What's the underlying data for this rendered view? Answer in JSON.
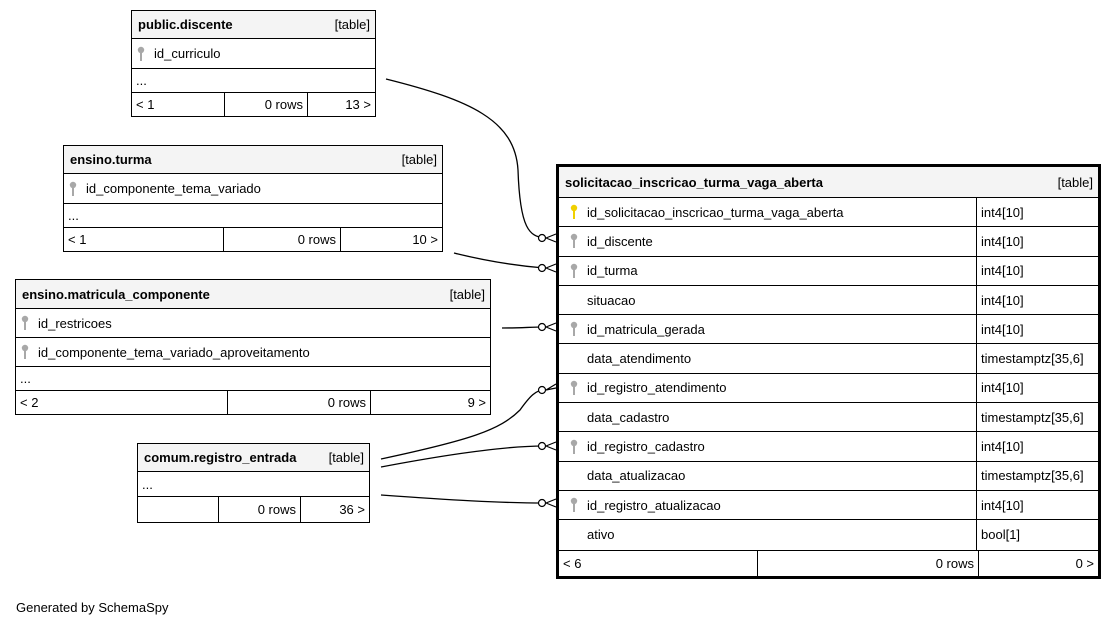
{
  "tables": {
    "discente": {
      "name": "public.discente",
      "kind": "[table]",
      "columns": [
        {
          "name": "id_curriculo",
          "key": "fk"
        }
      ],
      "ellipsis": "...",
      "footer": {
        "parents": "< 1",
        "rows": "0 rows",
        "children": "13 >"
      }
    },
    "turma": {
      "name": "ensino.turma",
      "kind": "[table]",
      "columns": [
        {
          "name": "id_componente_tema_variado",
          "key": "fk"
        }
      ],
      "ellipsis": "...",
      "footer": {
        "parents": "< 1",
        "rows": "0 rows",
        "children": "10 >"
      }
    },
    "matricula": {
      "name": "ensino.matricula_componente",
      "kind": "[table]",
      "columns": [
        {
          "name": "id_restricoes",
          "key": "fk"
        },
        {
          "name": "id_componente_tema_variado_aproveitamento",
          "key": "fk"
        }
      ],
      "ellipsis": "...",
      "footer": {
        "parents": "< 2",
        "rows": "0 rows",
        "children": "9 >"
      }
    },
    "registro": {
      "name": "comum.registro_entrada",
      "kind": "[table]",
      "ellipsis": "...",
      "footer": {
        "parents": "",
        "rows": "0 rows",
        "children": "36 >"
      }
    },
    "main": {
      "name": "solicitacao_inscricao_turma_vaga_aberta",
      "kind": "[table]",
      "columns": [
        {
          "name": "id_solicitacao_inscricao_turma_vaga_aberta",
          "type": "int4[10]",
          "key": "pk"
        },
        {
          "name": "id_discente",
          "type": "int4[10]",
          "key": "fk"
        },
        {
          "name": "id_turma",
          "type": "int4[10]",
          "key": "fk"
        },
        {
          "name": "situacao",
          "type": "int4[10]",
          "key": ""
        },
        {
          "name": "id_matricula_gerada",
          "type": "int4[10]",
          "key": "fk"
        },
        {
          "name": "data_atendimento",
          "type": "timestamptz[35,6]",
          "key": ""
        },
        {
          "name": "id_registro_atendimento",
          "type": "int4[10]",
          "key": "fk"
        },
        {
          "name": "data_cadastro",
          "type": "timestamptz[35,6]",
          "key": ""
        },
        {
          "name": "id_registro_cadastro",
          "type": "int4[10]",
          "key": "fk"
        },
        {
          "name": "data_atualizacao",
          "type": "timestamptz[35,6]",
          "key": ""
        },
        {
          "name": "id_registro_atualizacao",
          "type": "int4[10]",
          "key": "fk"
        },
        {
          "name": "ativo",
          "type": "bool[1]",
          "key": ""
        }
      ],
      "footer": {
        "parents": "< 6",
        "rows": "0 rows",
        "children": "0 >"
      }
    }
  },
  "colors": {
    "pk_key": "#f0d000",
    "fk_key": "#a8a8a8",
    "header_bg": "#f4f4f4"
  },
  "footer_note": "Generated by SchemaSpy"
}
